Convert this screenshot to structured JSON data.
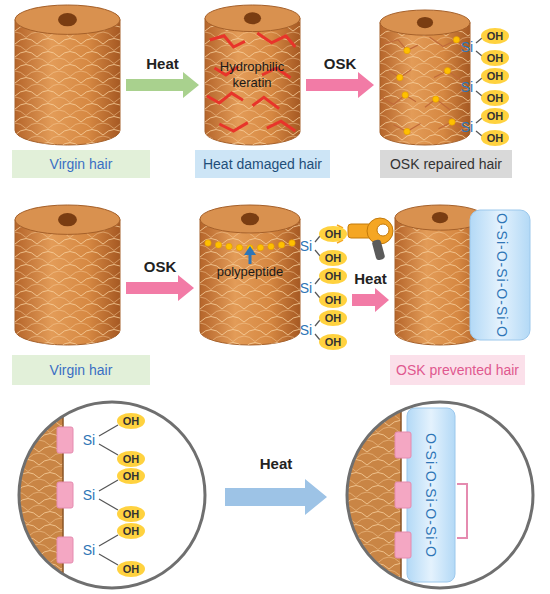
{
  "diagram": {
    "nodes": [
      {
        "text": [
          "Virgin hair"
        ]
      },
      {
        "text": [
          "Hydrophilic keratin",
          "Heat damaged hair"
        ]
      },
      {
        "text": [
          "OSK repaired hair"
        ]
      },
      {
        "text": [
          "Virgin hair"
        ]
      },
      {
        "text": [
          "polypeptide"
        ]
      },
      {
        "text": [
          "OSK prevented hair"
        ]
      },
      {
        "text": [
          "OH",
          "Si",
          "OH",
          "OH",
          "Si",
          "OH",
          "OH",
          "Si",
          "OH"
        ]
      },
      {
        "text": [
          "O-Si-O-Si-O-Si-O"
        ]
      }
    ],
    "edges": [
      {
        "from": 0,
        "to": 1,
        "arrow": "to",
        "label": "Heat"
      },
      {
        "from": 1,
        "to": 2,
        "arrow": "to",
        "label": "OSK"
      },
      {
        "from": 3,
        "to": 4,
        "arrow": "to",
        "label": "OSK"
      },
      {
        "from": 4,
        "to": 5,
        "arrow": "to",
        "label": "Heat"
      },
      {
        "from": 6,
        "to": 7,
        "arrow": "to",
        "label": "Heat"
      }
    ],
    "labels": [
      "OH",
      "Si",
      "OH",
      "OH",
      "Si",
      "OH",
      "OH",
      "Si",
      "OH",
      "OH",
      "Si",
      "OH",
      "OH",
      "Si",
      "OH",
      "OH",
      "Si",
      "OH",
      "O-Si-O-Si-O-Si-O"
    ]
  }
}
